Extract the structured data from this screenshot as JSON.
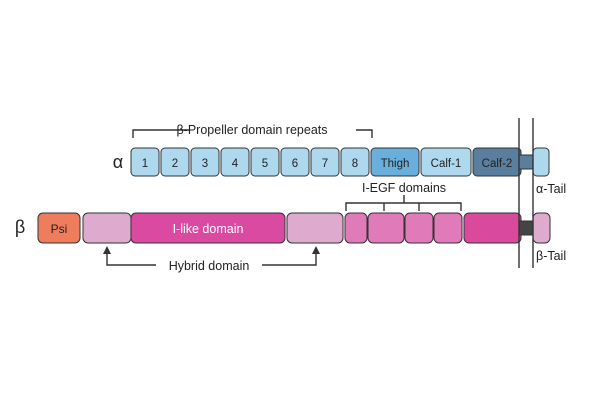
{
  "alpha": {
    "symbol": "α",
    "bracket_label": "β-Propeller domain repeats",
    "repeats": [
      "1",
      "2",
      "3",
      "4",
      "5",
      "6",
      "7",
      "8"
    ],
    "thigh_label": "Thigh",
    "calf1_label": "Calf-1",
    "calf2_label": "Calf-2",
    "tail_label": "α-Tail"
  },
  "beta": {
    "symbol": "β",
    "psi_label": "Psi",
    "ilike_label": "I-like domain",
    "iegf_label": "I-EGF domains",
    "hybrid_label": "Hybrid domain",
    "tail_label": "β-Tail"
  },
  "colors": {
    "alpha_light": "#aed8ee",
    "thigh": "#6aaedb",
    "calf2": "#5a7f9e",
    "psi": "#ef7c5c",
    "ilike": "#d94aa0",
    "hybrid": "#deaacd",
    "iegf": "#e07ab9",
    "beta_tail_domain": "#d94a9c",
    "outline": "#333333"
  }
}
